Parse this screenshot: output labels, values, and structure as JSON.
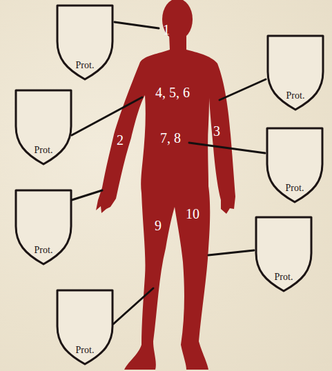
{
  "diagram": {
    "nodes": [
      {
        "text": [
          "Prot."
        ]
      },
      {
        "text": [
          "Prot."
        ]
      },
      {
        "text": [
          "Prot."
        ]
      },
      {
        "text": [
          "Prot."
        ]
      },
      {
        "text": [
          "Prot."
        ]
      },
      {
        "text": [
          "Prot."
        ]
      },
      {
        "text": [
          "Prot."
        ]
      }
    ],
    "labels": [
      "1",
      "4, 5, 6",
      "2",
      "7, 8",
      "3",
      "9",
      "10"
    ]
  }
}
